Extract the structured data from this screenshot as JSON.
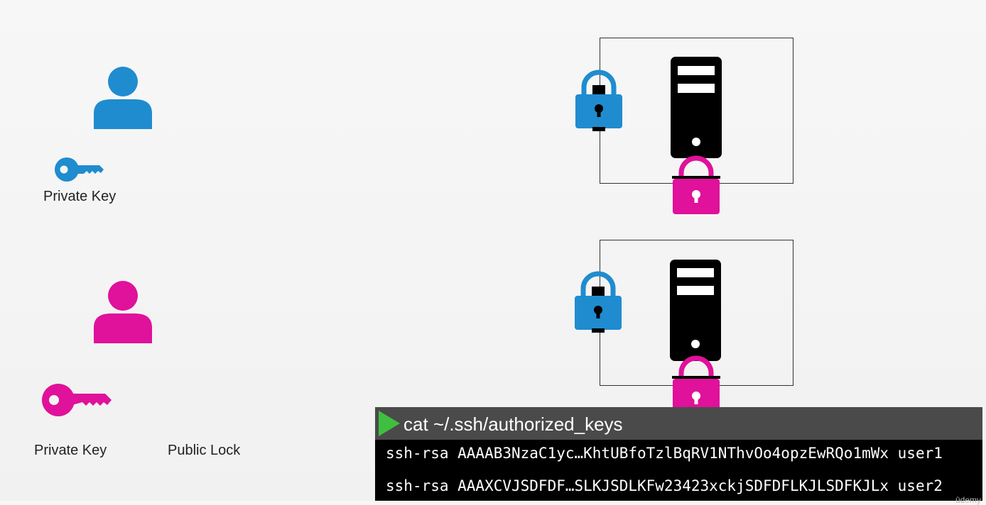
{
  "users": [
    {
      "name": "user1",
      "color": "#1f8ccf",
      "key_label": "Private Key"
    },
    {
      "name": "user2",
      "color": "#e0119a",
      "key_label": "Private Key",
      "lock_label": "Public Lock"
    }
  ],
  "colors": {
    "blue": "#1f8ccf",
    "magenta": "#e0119a",
    "server": "#000000",
    "terminal_header": "#4a4a4a",
    "prompt_arrow": "#3fbf3f"
  },
  "terminal": {
    "command": "cat ~/.ssh/authorized_keys",
    "lines": [
      "ssh-rsa AAAAB3NzaC1yc…KhtUBfoTzlBqRV1NThvOo4opzEwRQo1mWx user1",
      "ssh-rsa AAAXCVJSDFDF…SLKJSDLKFw23423xckjSDFDFLKJLSDFKJLx user2"
    ]
  },
  "watermark": "ûdemy"
}
